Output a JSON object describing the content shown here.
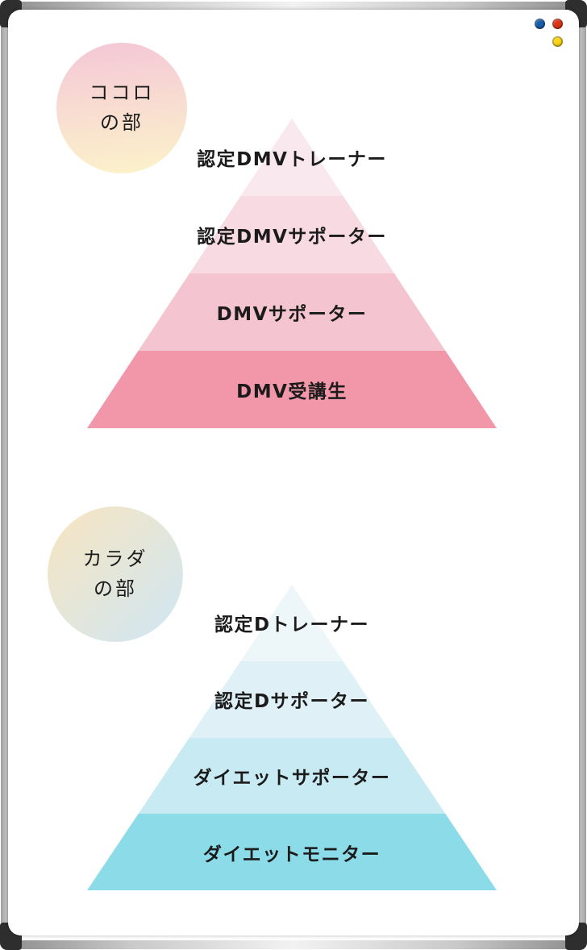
{
  "frame": {
    "magnets": [
      {
        "name": "blue",
        "color": "#1a5dab",
        "highlight": "#3a83c9"
      },
      {
        "name": "red",
        "color": "#df3418",
        "highlight": "#f3661f"
      },
      {
        "name": "yellow",
        "color": "#fdd515",
        "highlight": "#ffe757"
      }
    ]
  },
  "sections": [
    {
      "id": "kokoro",
      "badge": {
        "line1": "ココロ",
        "line2": "の部",
        "gradient": {
          "angle": 175,
          "from": "#f4c7d7",
          "to": "#fcf3ca"
        }
      },
      "pyramid": {
        "tiers": [
          {
            "label": "認定DMVトレーナー",
            "color": "#f9e8ed"
          },
          {
            "label": "認定DMVサポーター",
            "color": "#f7dae2"
          },
          {
            "label": "DMVサポーター",
            "color": "#f4c5d1"
          },
          {
            "label": "DMV受講生",
            "color": "#f197a9"
          }
        ]
      }
    },
    {
      "id": "karada",
      "badge": {
        "line1": "カラダ",
        "line2": "の部",
        "gradient": {
          "angle": 135,
          "from": "#f8e5c0",
          "to": "#cfe6f4"
        }
      },
      "pyramid": {
        "tiers": [
          {
            "label": "認定Dトレーナー",
            "color": "#edf6f8"
          },
          {
            "label": "認定Dサポーター",
            "color": "#dff1f7"
          },
          {
            "label": "ダイエットサポーター",
            "color": "#c8eaf2"
          },
          {
            "label": "ダイエットモニター",
            "color": "#8cdbe8"
          }
        ]
      }
    }
  ]
}
